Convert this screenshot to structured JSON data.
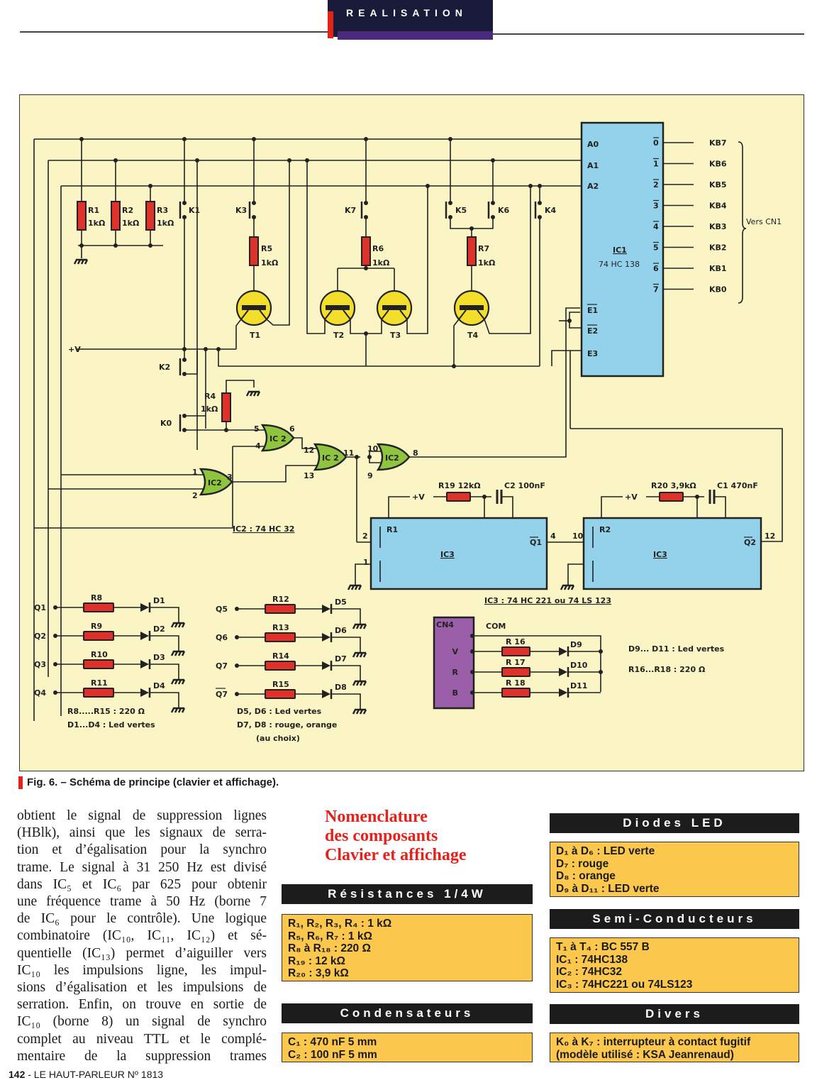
{
  "header": {
    "section_title": "REALISATION"
  },
  "schematic": {
    "ic1": {
      "name": "IC1",
      "part": "74 HC 138",
      "inputs": [
        "A0",
        "A1",
        "A2"
      ],
      "enables": [
        "E1",
        "E2",
        "E3"
      ],
      "outputs": [
        {
          "pin": "0",
          "label": "KB7"
        },
        {
          "pin": "1",
          "label": "KB6"
        },
        {
          "pin": "2",
          "label": "KB5"
        },
        {
          "pin": "3",
          "label": "KB4"
        },
        {
          "pin": "4",
          "label": "KB3"
        },
        {
          "pin": "5",
          "label": "KB2"
        },
        {
          "pin": "6",
          "label": "KB1"
        },
        {
          "pin": "7",
          "label": "KB0"
        }
      ],
      "bracket_label": "Vers CN1"
    },
    "pulldowns": [
      {
        "name": "R1",
        "value": "1kΩ"
      },
      {
        "name": "R2",
        "value": "1kΩ"
      },
      {
        "name": "R3",
        "value": "1kΩ"
      }
    ],
    "keys": [
      "K0",
      "K1",
      "K2",
      "K3",
      "K4",
      "K5",
      "K6",
      "K7"
    ],
    "base_resistors": [
      {
        "name": "R5",
        "value": "1kΩ"
      },
      {
        "name": "R6",
        "value": "1kΩ"
      },
      {
        "name": "R7",
        "value": "1kΩ"
      },
      {
        "name": "R4",
        "value": "1kΩ"
      }
    ],
    "transistors": [
      "T1",
      "T2",
      "T3",
      "T4"
    ],
    "supply_label": "+V",
    "gates": [
      {
        "name": "IC2",
        "pins_in": [
          "1",
          "2"
        ],
        "pin_out": "3"
      },
      {
        "name": "IC 2",
        "pins_in": [
          "5",
          "4"
        ],
        "pin_out": "6"
      },
      {
        "name": "IC 2",
        "pins_in": [
          "12",
          "13"
        ],
        "pin_out": "11"
      },
      {
        "name": "IC2",
        "pins_in": [
          "10",
          "9"
        ],
        "pin_out": "8"
      }
    ],
    "ic2_note": "IC2 : 74 HC 32",
    "monostables": [
      {
        "name": "IC3",
        "r_pin": "R1",
        "q_pin": "Q1",
        "pins": [
          "2",
          "1",
          "4"
        ],
        "res": "R19  12kΩ",
        "cap": "C2  100nF"
      },
      {
        "name": "IC3",
        "r_pin": "R2",
        "q_pin": "Q2",
        "pins": [
          "10",
          "12"
        ],
        "res": "R20  3,9kΩ",
        "cap": "C1  470nF"
      }
    ],
    "ic3_note": "IC3 : 74 HC 221  ou 74 LS 123",
    "led_rows_left": [
      {
        "in": "Q1",
        "r": "R8",
        "d": "D1"
      },
      {
        "in": "Q2",
        "r": "R9",
        "d": "D2"
      },
      {
        "in": "Q3",
        "r": "R10",
        "d": "D3"
      },
      {
        "in": "Q4",
        "r": "R11",
        "d": "D4"
      }
    ],
    "led_rows_right": [
      {
        "in": "Q5",
        "r": "R12",
        "d": "D5"
      },
      {
        "in": "Q6",
        "r": "R13",
        "d": "D6"
      },
      {
        "in": "Q7",
        "r": "R14",
        "d": "D7"
      },
      {
        "in": "Q7",
        "r": "R15",
        "d": "D8",
        "overline": true
      }
    ],
    "notes_left": [
      "R8.....R15 : 220 Ω",
      "D1...D4 : Led vertes"
    ],
    "notes_right": [
      "D5, D6 : Led vertes",
      "D7, D8 : rouge, orange",
      "(au choix)"
    ],
    "cn4": {
      "name": "CN4",
      "com": "COM",
      "rows": [
        {
          "in": "V",
          "r": "R 16",
          "d": "D9"
        },
        {
          "in": "R",
          "r": "R 17",
          "d": "D10"
        },
        {
          "in": "B",
          "r": "R 18",
          "d": "D11"
        }
      ],
      "notes": [
        "D9... D11 : Led vertes",
        "R16...R18 : 220 Ω"
      ]
    },
    "colors": {
      "background": "#fbf5c6",
      "resistor": "#e0302a",
      "transistor": "#f3de2c",
      "gate": "#8fc43f",
      "ic": "#93d2ea",
      "connector": "#9a5fa8"
    }
  },
  "caption": "Fig. 6. – Schéma de principe (clavier et affichage).",
  "article": {
    "lines": [
      "obtient le signal de suppression lignes",
      "(HBlk), ainsi que les signaux de serra-",
      "tion et d’égalisation pour la synchro",
      "trame. Le signal à 31 250 Hz est divisé",
      "dans IC₅ et IC₆ par 625 pour obtenir",
      "une fréquence trame à 50 Hz (borne 7",
      "de IC₆ pour le contrôle). Une logique",
      "combinatoire (IC₁₀, IC₁₁, IC₁₂) et sé-",
      "quentielle (IC₁₃) permet d’aiguiller vers",
      "IC₁₀ les impulsions ligne, les impul-",
      "sions d’égalisation et les impulsions de",
      "serration. Enfin, on trouve en sortie de",
      "IC₁₀ (borne 8) un signal de synchro",
      "complet au niveau TTL et le complé-",
      "mentaire de la suppression trames"
    ]
  },
  "footer": {
    "page": "142",
    "publication": " - LE HAUT-PARLEUR Nº 1813"
  },
  "nomenclature": {
    "title": [
      "Nomenclature",
      "des composants",
      "Clavier et affichage"
    ],
    "sections": [
      {
        "title": "Résistances 1/4W",
        "items": [
          "R₁, R₂, R₃, R₄ : 1 kΩ",
          "R₅, R₆, R₇ : 1 kΩ",
          "R₈ à R₁₈ : 220 Ω",
          "R₁₉ : 12 kΩ",
          "R₂₀ : 3,9 kΩ"
        ]
      },
      {
        "title": "Condensateurs",
        "items": [
          "C₁ : 470 nF 5 mm",
          "C₂ : 100 nF 5 mm"
        ]
      },
      {
        "title": "Diodes LED",
        "items": [
          "D₁ à D₆ : LED verte",
          "D₇ : rouge",
          "D₈ : orange",
          "D₉ à D₁₁ : LED verte"
        ]
      },
      {
        "title": "Semi-Conducteurs",
        "items": [
          "T₁ à T₄ : BC 557 B",
          "IC₁ : 74HC138",
          "IC₂ : 74HC32",
          "IC₃ : 74HC221 ou 74LS123"
        ]
      },
      {
        "title": "Divers",
        "items": [
          "K₀ à K₇ : interrupteur à contact fugitif",
          "(modèle utilisé : KSA Jeanrenaud)"
        ]
      }
    ]
  }
}
